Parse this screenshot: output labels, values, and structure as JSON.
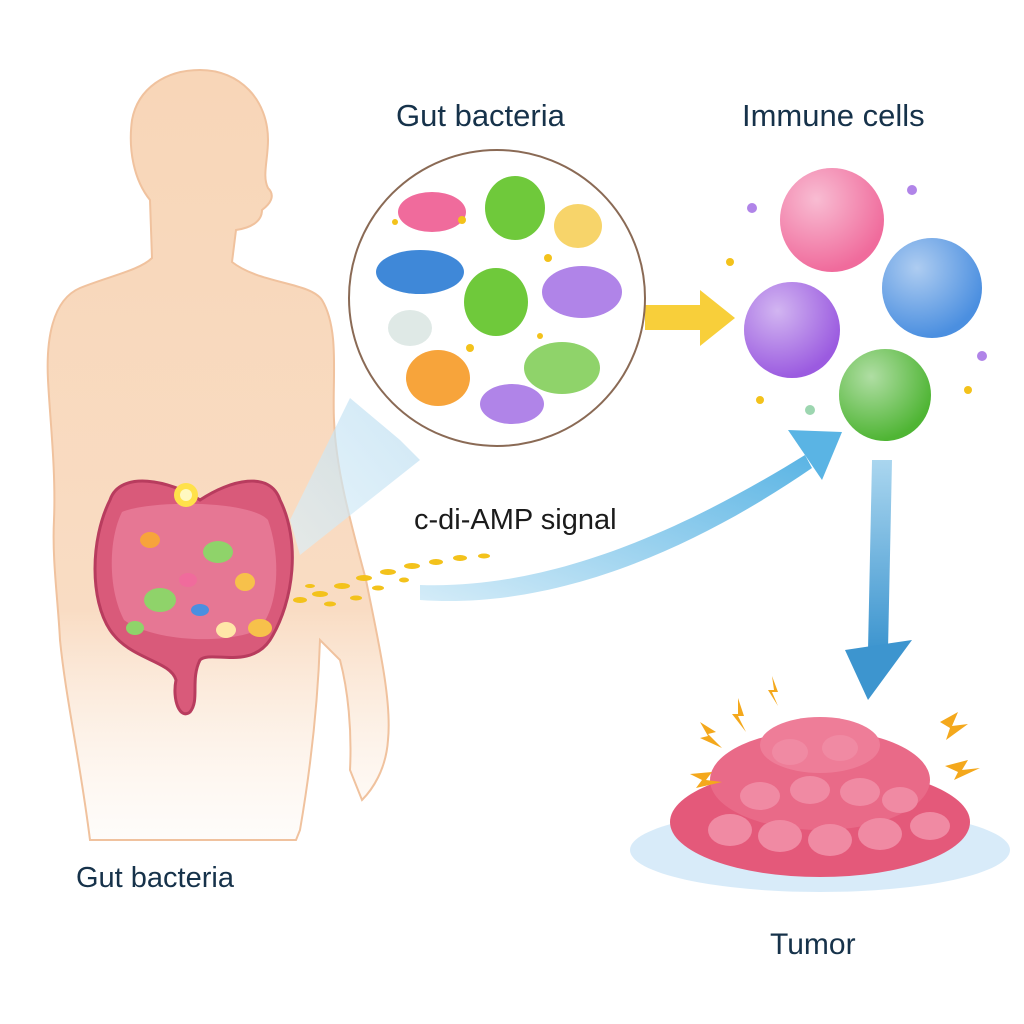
{
  "labels": {
    "gut_bacteria_top": "Gut bacteria",
    "immune_cells": "Immune cells",
    "signal": "c-di-AMP signal",
    "gut_bacteria_bottom": "Gut bacteria",
    "tumor": "Tumor"
  },
  "colors": {
    "body": "#f8d9bd",
    "body_outline": "#f0c29e",
    "intestine": "#d95a7a",
    "zoom_beam": "#cfe8f5",
    "signal_dots": "#f3c21b",
    "arrow_yellow": "#f8cf3a",
    "arrow_blue": "#4aa6da",
    "immune_pink": "#f06b9c",
    "immune_blue": "#4b8fe0",
    "immune_purple": "#9b5be0",
    "immune_green": "#4fb534",
    "tumor": "#e4597a",
    "spark": "#f4a81c"
  },
  "icons": [
    "human-body-silhouette",
    "intestine",
    "bacteria-cluster",
    "immune-cell",
    "tumor-mass",
    "spark-icon"
  ]
}
